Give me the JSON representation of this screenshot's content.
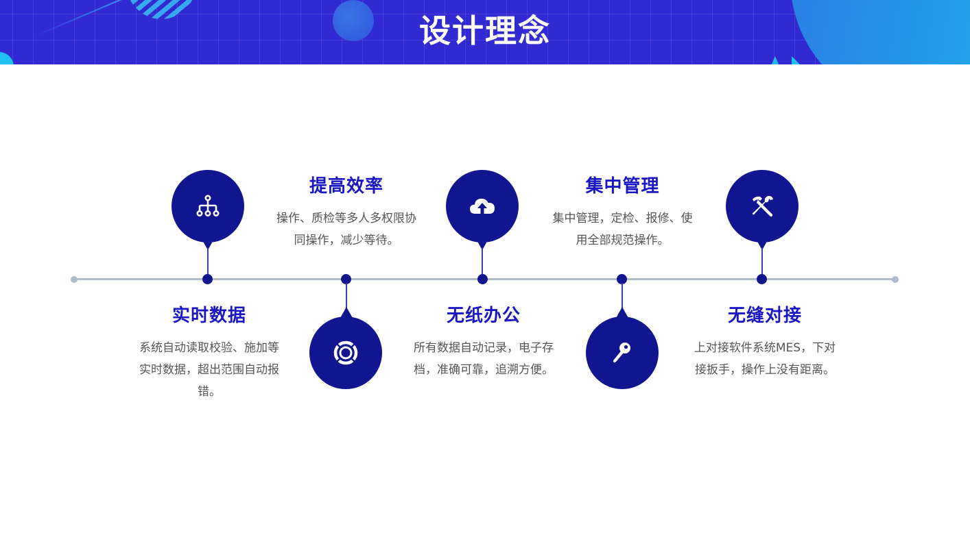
{
  "header": {
    "title": "设计理念",
    "colors": {
      "banner": "#3129d2",
      "accent_cyan": "#1fc1f5"
    }
  },
  "timeline": {
    "colors": {
      "line": "#b0bccc",
      "node": "#11158f",
      "title": "#1a17c2",
      "text": "#555555"
    },
    "items": [
      {
        "position": "below",
        "icon": "hierarchy-icon",
        "title": "实时数据",
        "desc_lines": [
          "系统自动读取校验、施加等",
          "实时数据，超出范围自动报",
          "错。"
        ]
      },
      {
        "position": "above",
        "icon": "lifebuoy-icon",
        "title": "提高效率",
        "desc_lines": [
          "操作、质检等多人多权限协",
          "同操作，减少等待。"
        ]
      },
      {
        "position": "below",
        "icon": "cloud-upload-icon",
        "title": "无纸办公",
        "desc_lines": [
          "所有数据自动记录，电子存",
          "档，准确可靠，追溯方便。"
        ]
      },
      {
        "position": "above",
        "icon": "key-icon",
        "title": "集中管理",
        "desc_lines": [
          "集中管理，定检、报修、使",
          "用全部规范操作。"
        ]
      },
      {
        "position": "below",
        "icon": "tools-icon",
        "title": "无缝对接",
        "desc_lines": [
          "上对接软件系统MES，下对",
          "接扳手，操作上没有距离。"
        ]
      }
    ]
  }
}
